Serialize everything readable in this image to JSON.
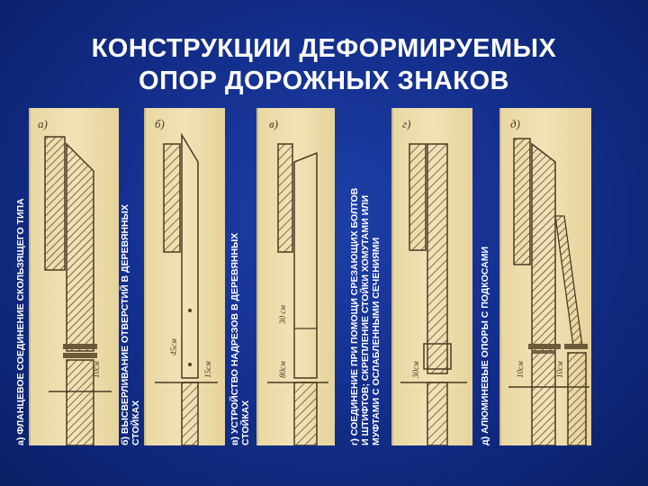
{
  "title": {
    "line1": "КОНСТРУКЦИИ ДЕФОРМИРУЕМЫХ",
    "line2": "ОПОР ДОРОЖНЫХ ЗНАКОВ"
  },
  "labels": {
    "a": "а) ФЛАНЦЕВОЕ СОЕДИНЕНИЕ СКОЛЬЗЯЩЕГО ТИПА",
    "b1": "б) ВЫСВЕРЛИВАНИЕ ОТВЕРСТИЙ В ДЕРЕВЯННЫХ",
    "b2": "СТОЙКАХ",
    "v1": "в) УСТРОЙСТВО НАДРЕЗОВ В ДЕРЕВЯННЫХ",
    "v2": "СТОЙКАХ",
    "g1": "г) СОЕДИНЕНИЕ ПРИ ПОМОЩИ СРЕЗАЮЩИХ БОЛТОВ",
    "g2": "И ШТИФТОВ; СКРЕПЛЕНИЕ СТОЙКИ ХОМУТАМИ ИЛИ",
    "g3": "МУФТАМИ С ОСЛАБЛЕННЫМИ СЕЧЕНИЯМИ",
    "d": "д) АЛЮМИНЕВЫЕ ОПОРЫ С ПОДКОСАМИ"
  },
  "drawing_marks": {
    "a": "а)",
    "b": "б)",
    "v": "в)",
    "g": "г)",
    "d": "д)",
    "dim_a": "10см",
    "dim_b1": "45см",
    "dim_b2": "15см",
    "dim_v1": "30 см",
    "dim_v2": "80см",
    "dim_g": "30см",
    "dim_d1": "10см",
    "dim_d2": "10см"
  },
  "colors": {
    "background": "#14308f",
    "paper": "#efe0b0",
    "ink": "#4a3a24",
    "text": "#ffffff"
  }
}
